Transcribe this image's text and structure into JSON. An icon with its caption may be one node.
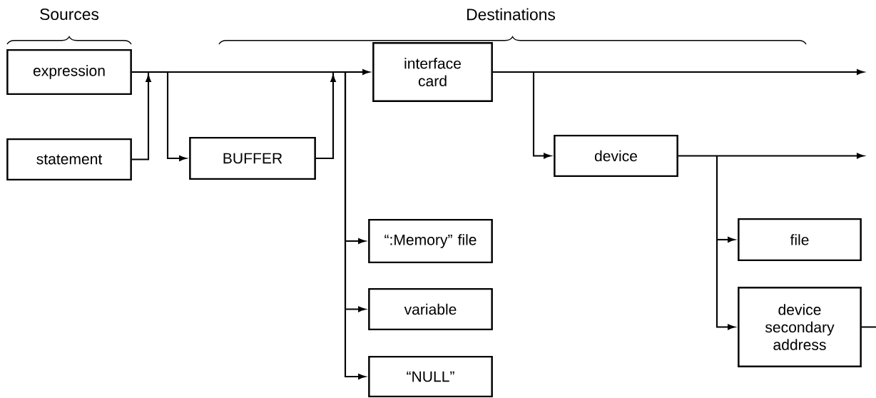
{
  "diagram": {
    "nodes": [
      {
        "text": [
          "expression"
        ]
      },
      {
        "text": [
          "statement"
        ]
      },
      {
        "text": [
          "BUFFER"
        ]
      },
      {
        "text": [
          "interface card"
        ]
      },
      {
        "text": [
          "device"
        ]
      },
      {
        "text": [
          "“:Memory” file"
        ]
      },
      {
        "text": [
          "variable"
        ]
      },
      {
        "text": [
          "“NULL”"
        ]
      },
      {
        "text": [
          "file"
        ]
      },
      {
        "text": [
          "device secondary address"
        ]
      }
    ],
    "edges": [
      {
        "from": 0,
        "to": 3,
        "arrow": "to"
      },
      {
        "from": 0,
        "to": 2,
        "arrow": "to"
      },
      {
        "from": 0,
        "to": 5,
        "arrow": "to"
      },
      {
        "from": 0,
        "to": 6,
        "arrow": "to"
      },
      {
        "from": 0,
        "to": 7,
        "arrow": "to"
      },
      {
        "from": 1,
        "to": 3,
        "arrow": "to"
      },
      {
        "from": 1,
        "to": 2,
        "arrow": "to"
      },
      {
        "from": 1,
        "to": 5,
        "arrow": "to"
      },
      {
        "from": 1,
        "to": 6,
        "arrow": "to"
      },
      {
        "from": 1,
        "to": 7,
        "arrow": "to"
      },
      {
        "from": 2,
        "to": 3,
        "arrow": "to"
      },
      {
        "from": 2,
        "to": 5,
        "arrow": "to"
      },
      {
        "from": 2,
        "to": 6,
        "arrow": "to"
      },
      {
        "from": 2,
        "to": 7,
        "arrow": "to"
      },
      {
        "from": 3,
        "to": null,
        "arrow": "to"
      },
      {
        "from": 3,
        "to": 4,
        "arrow": "to"
      },
      {
        "from": 4,
        "to": null,
        "arrow": "to"
      },
      {
        "from": 4,
        "to": 8,
        "arrow": "to"
      },
      {
        "from": 4,
        "to": 9,
        "arrow": "to"
      },
      {
        "from": 9,
        "to": null,
        "arrow": "none"
      }
    ],
    "labels": [
      "Sources",
      "Destinations"
    ]
  }
}
